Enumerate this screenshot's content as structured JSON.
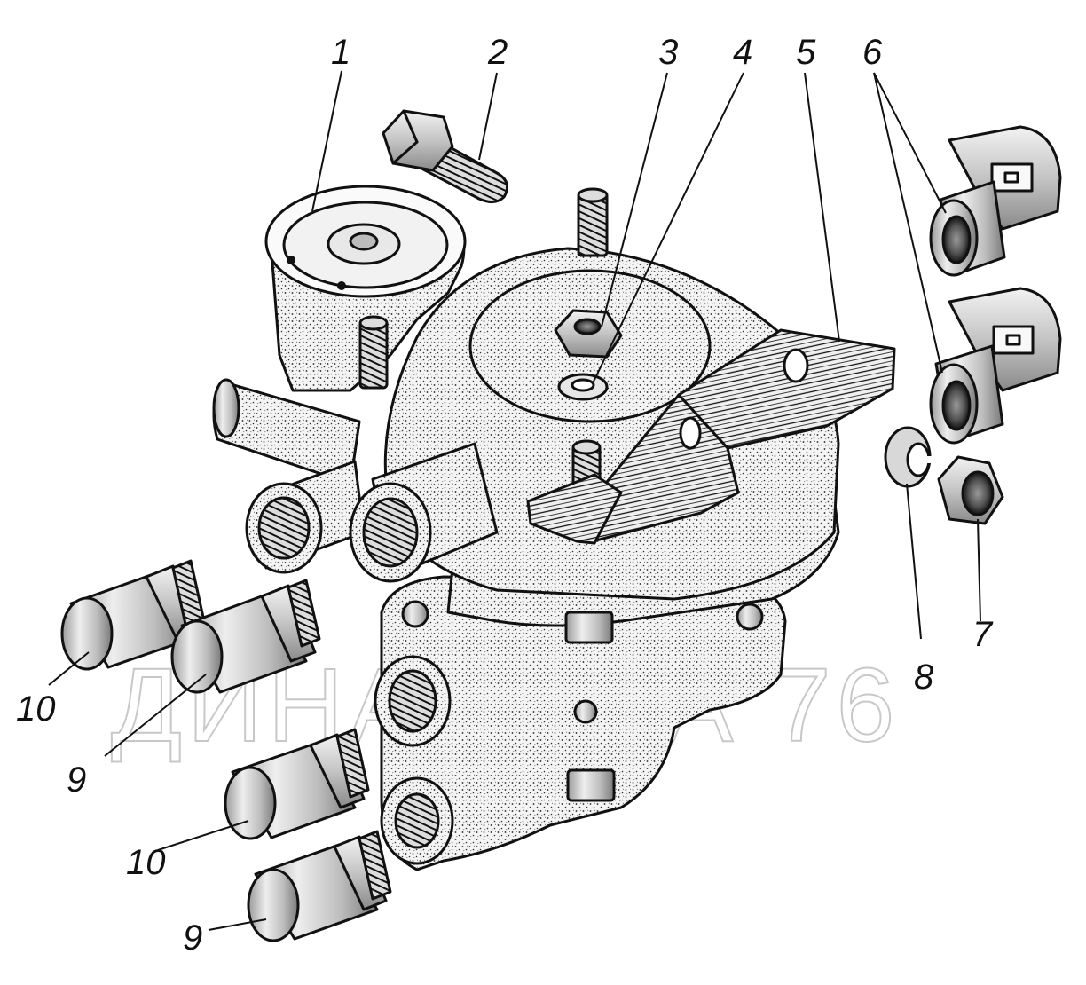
{
  "diagram": {
    "callouts": {
      "c1": "1",
      "c2": "2",
      "c3": "3",
      "c4": "4",
      "c5": "5",
      "c6": "6",
      "c7": "7",
      "c8": "8",
      "c9a": "9",
      "c9b": "9",
      "c10a": "10",
      "c10b": "10"
    },
    "watermark": "ДИНАМИКА 76"
  }
}
